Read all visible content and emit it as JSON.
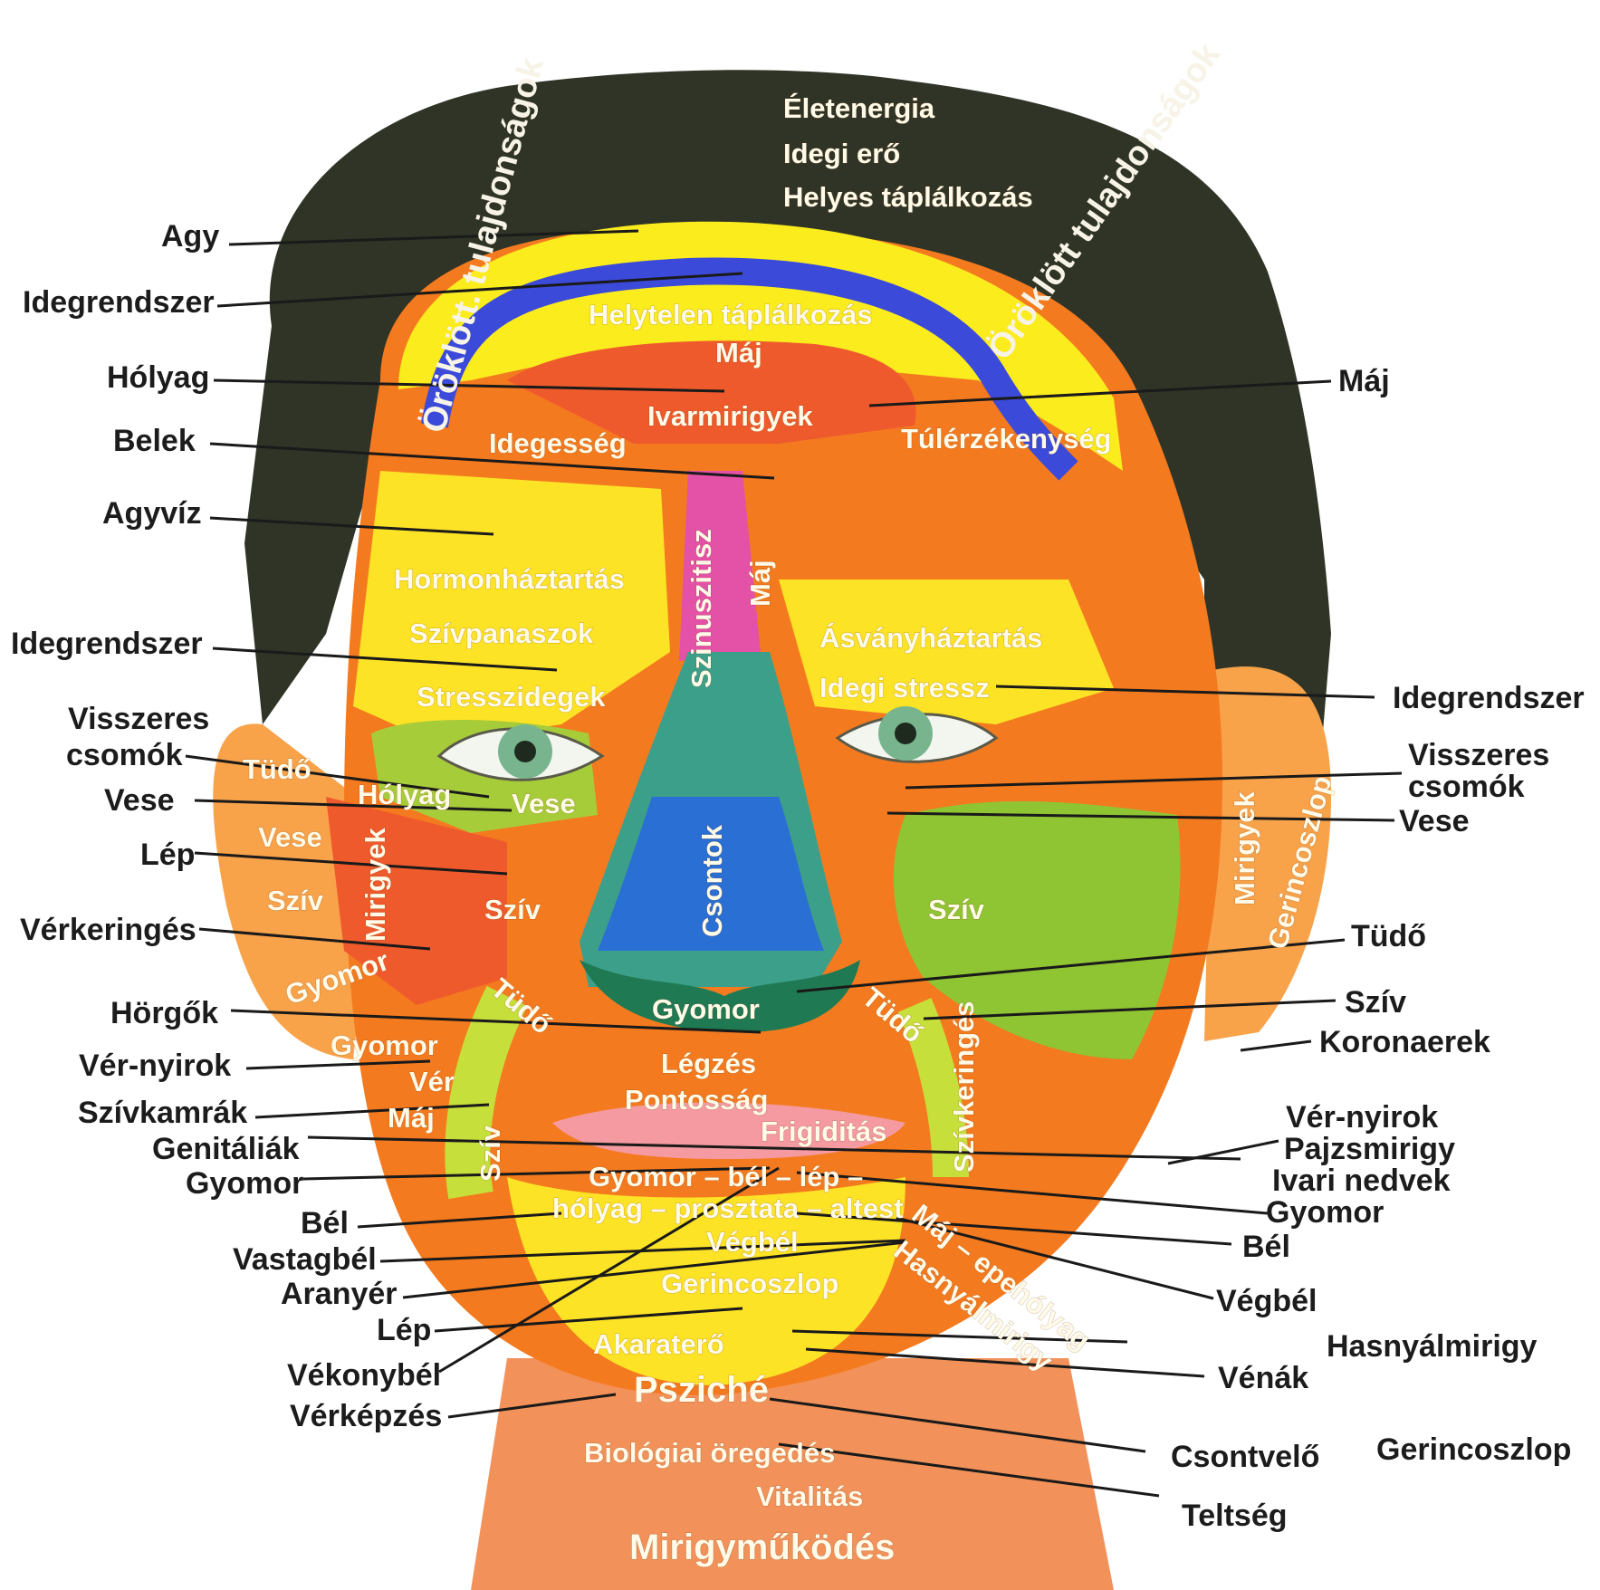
{
  "colors": {
    "hair": "#2f3426",
    "forehead": "#fbec1e",
    "orange": "#f47a1f",
    "red_orange": "#ef5a2c",
    "yellow": "#fde326",
    "blue": "#3b4ad8",
    "magenta": "#e352a7",
    "teal": "#3c9f8a",
    "nose_blue": "#2a6fd4",
    "green": "#8fc433",
    "dark_green": "#1f7a53",
    "pink": "#f49aa0",
    "skin_orange": "#f8a24a",
    "eye_green": "#78b58e"
  },
  "hair_labels": {
    "left": "Öröklött. tulajdonságok",
    "right": "Öröklött tulajdonságok"
  },
  "inner_labels": {
    "eletenergia": "Életenergia",
    "idegi_ero": "Idegi erő",
    "helyes": "Helyes táplálkozás",
    "helytelen": "Helytelen táplálkozás",
    "maj_top": "Máj",
    "ivarmirigyek": "Ivarmirigyek",
    "idegesseg": "Idegesség",
    "tulerzekenyseg": "Túlérzékenység",
    "szinuszitisz": "Szinuszitisz",
    "maj_nose": "Máj",
    "hormon": "Hormonháztartás",
    "szivpanaszok": "Szívpanaszok",
    "asvany": "Ásványháztartás",
    "stressz_idegek": "Stresszidegek",
    "idegi_stressz": "Idegi stressz",
    "tudo_l": "Tüdő",
    "holyag_l": "Hólyag",
    "vese_l1": "Vese",
    "vese_l2": "Vese",
    "mirigyek_l": "Mirigyek",
    "sziv_l1": "Szív",
    "sziv_l2": "Szív",
    "gyomor_l1": "Gyomor",
    "gyomor_l2": "Gyomor",
    "csontok": "Csontok",
    "sziv_r": "Szív",
    "mirigyek_r": "Mirigyek",
    "gerincoszlop_r": "Gerincoszlop",
    "tudo_l2": "Tüdő",
    "tudo_r2": "Tüdő",
    "gyomor_c": "Gyomor",
    "legzes": "Légzés",
    "pontossag": "Pontosság",
    "ver": "Vér",
    "maj_l": "Máj",
    "sziv_l3": "Szív",
    "szivkeringes": "Szívkeringés",
    "frigiditas": "Frigiditás",
    "gyomor_bel": "Gyomor – bél – lép –",
    "holyag_prosztata": "hólyag – prosztata – altest",
    "vegbel": "Végbél",
    "maj_epe": "Máj – epehólyag",
    "hasnyal": "Hasnyálmirigy",
    "gerincoszlop_c": "Gerincoszlop",
    "akaratero": "Akaraterő",
    "psziche": "Psziché",
    "biologiai": "Biológiai öregedés",
    "vitalitas": "Vitalitás",
    "mirigymukodes": "Mirigyműködés"
  },
  "left_labels": {
    "agy": "Agy",
    "idegrendszer1": "Idegrendszer",
    "holyag": "Hólyag",
    "belek": "Belek",
    "agyviz": "Agyvíz",
    "idegrendszer2": "Idegrendszer",
    "visszeres1": "Visszeres",
    "visszeres2": "csomók",
    "vese": "Vese",
    "lep": "Lép",
    "verkeringes": "Vérkeringés",
    "horgok": "Hörgők",
    "ver_nyirok": "Vér-nyirok",
    "szivkamrak": "Szívkamrák",
    "genitaliak": "Genitáliák",
    "gyomor": "Gyomor",
    "bel": "Bél",
    "vastagbel": "Vastagbél",
    "aranyer": "Aranyér",
    "lep2": "Lép",
    "vekonybel": "Vékonybél",
    "verkepzes": "Vérképzés"
  },
  "right_labels": {
    "maj": "Máj",
    "idegrendszer": "Idegrendszer",
    "visszeres1": "Visszeres",
    "visszeres2": "csomók",
    "vese": "Vese",
    "tudo": "Tüdő",
    "sziv": "Szív",
    "koronaerek": "Koronaerek",
    "ver_nyirok": "Vér-nyirok",
    "pajzsmirigy": "Pajzsmirigy",
    "ivari_nedvek": "Ivari nedvek",
    "gyomor": "Gyomor",
    "bel": "Bél",
    "vegbel": "Végbél",
    "hasnyalmirigy": "Hasnyálmirigy",
    "venak": "Vénák",
    "gerincoszlop": "Gerincoszlop",
    "csontvelo": "Csontvelő",
    "teltseg": "Teltség"
  }
}
